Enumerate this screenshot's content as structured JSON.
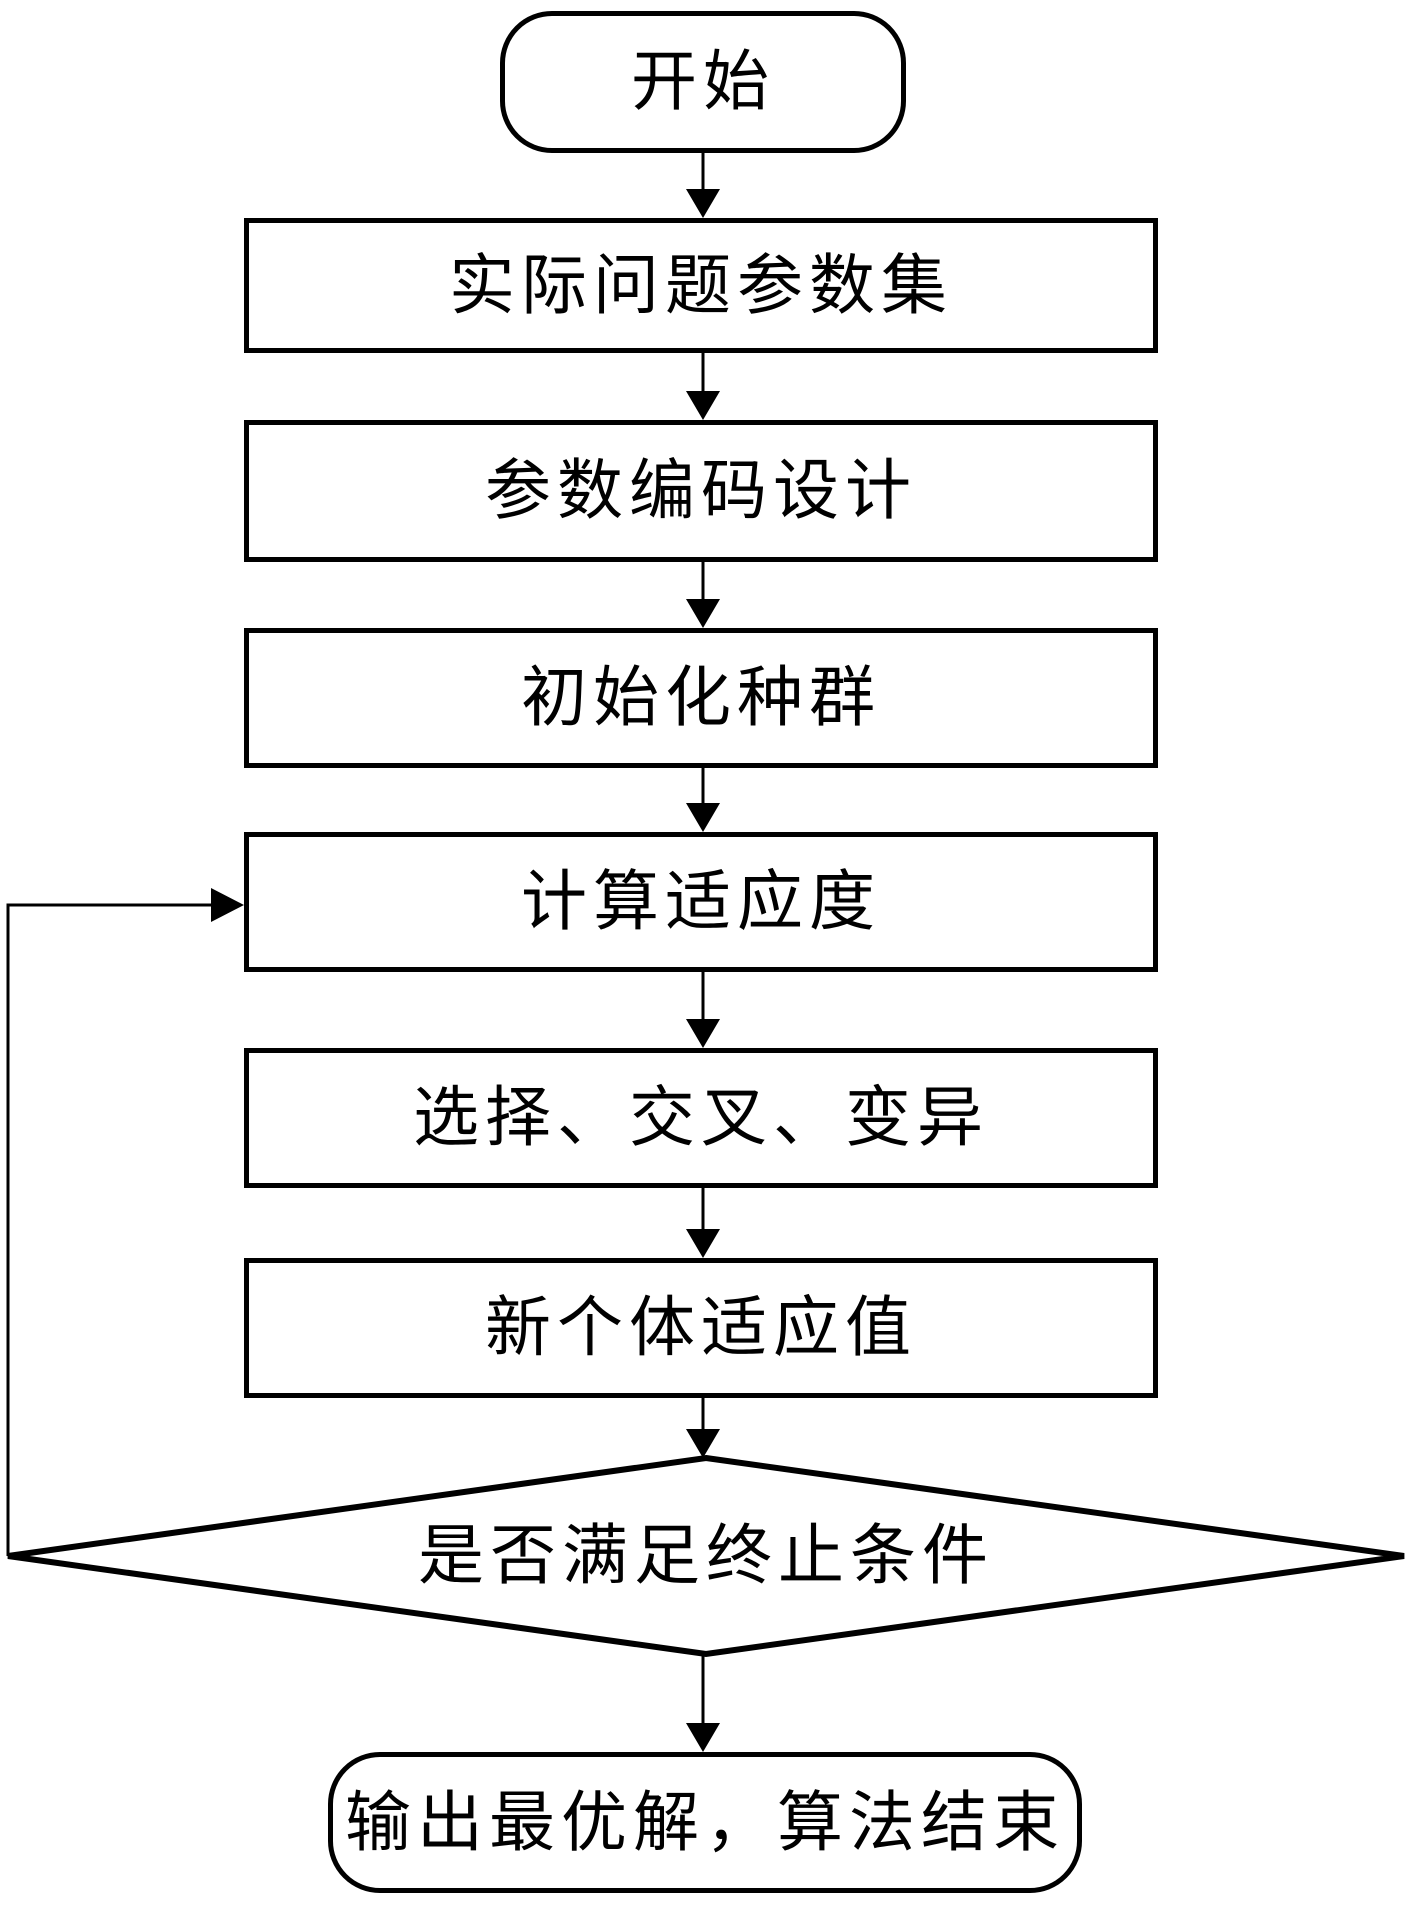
{
  "diagram": {
    "kind": "flowchart",
    "background_color": "#ffffff",
    "stroke_color": "#000000",
    "nodes": [
      {
        "id": "start",
        "shape": "rounded-rect",
        "label": "开始"
      },
      {
        "id": "problem-params",
        "shape": "rect",
        "label": "实际问题参数集"
      },
      {
        "id": "encoding-design",
        "shape": "rect",
        "label": "参数编码设计"
      },
      {
        "id": "init-population",
        "shape": "rect",
        "label": "初始化种群"
      },
      {
        "id": "fitness-calc",
        "shape": "rect",
        "label": "计算适应度"
      },
      {
        "id": "select-crossover-mutate",
        "shape": "rect",
        "label": "选择、交叉、变异"
      },
      {
        "id": "new-individual-fitness",
        "shape": "rect",
        "label": "新个体适应值"
      },
      {
        "id": "termination-check",
        "shape": "diamond",
        "label": "是否满足终止条件"
      },
      {
        "id": "end",
        "shape": "rounded-rect",
        "label": "输出最优解，算法结束"
      }
    ],
    "edges": [
      {
        "from": "start",
        "to": "problem-params",
        "type": "arrow-down"
      },
      {
        "from": "problem-params",
        "to": "encoding-design",
        "type": "arrow-down"
      },
      {
        "from": "encoding-design",
        "to": "init-population",
        "type": "arrow-down"
      },
      {
        "from": "init-population",
        "to": "fitness-calc",
        "type": "arrow-down"
      },
      {
        "from": "fitness-calc",
        "to": "select-crossover-mutate",
        "type": "arrow-down"
      },
      {
        "from": "select-crossover-mutate",
        "to": "new-individual-fitness",
        "type": "arrow-down"
      },
      {
        "from": "new-individual-fitness",
        "to": "termination-check",
        "type": "arrow-down"
      },
      {
        "from": "termination-check",
        "to": "end",
        "type": "arrow-down"
      },
      {
        "from": "termination-check",
        "to": "fitness-calc",
        "type": "loop-back-left"
      }
    ]
  }
}
